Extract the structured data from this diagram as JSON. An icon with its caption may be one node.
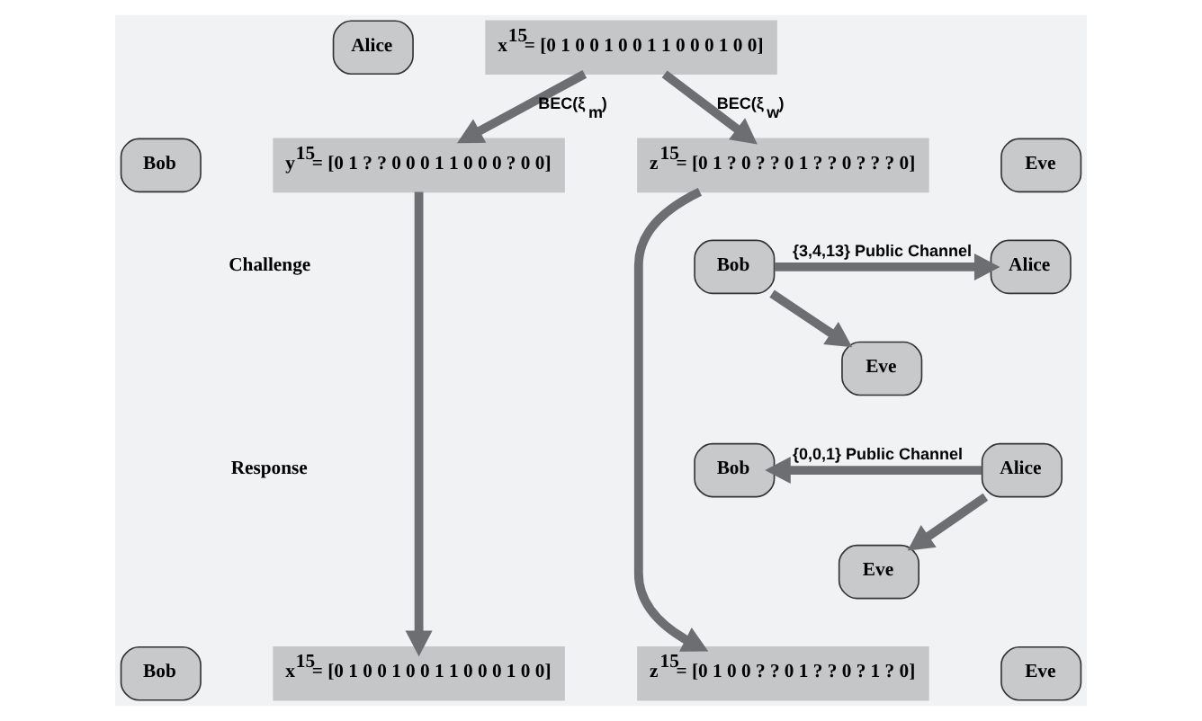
{
  "diagram": {
    "nodes": [
      {
        "text": [
          "Alice"
        ]
      },
      {
        "text": [
          "x$^{15}$= [0 1 0 0 1 0 0 1 1 0 0 0 1 0 0]"
        ]
      },
      {
        "text": [
          "Bob"
        ]
      },
      {
        "text": [
          "y$^{15}$= [0 1 ? ? 0 0 0 1 1 0 0 0 ? 0 0]"
        ]
      },
      {
        "text": [
          "z$^{15}$= [0 1 ? 0 ? ? 0 1 ? ? 0 ? ? ? 0]"
        ]
      },
      {
        "text": [
          "Eve"
        ]
      },
      {
        "text": [
          "Bob"
        ]
      },
      {
        "text": [
          "Alice"
        ]
      },
      {
        "text": [
          "Eve"
        ]
      },
      {
        "text": [
          "Bob"
        ]
      },
      {
        "text": [
          "Eve"
        ]
      },
      {
        "text": [
          "Alice"
        ]
      },
      {
        "text": [
          "Bob"
        ]
      },
      {
        "text": [
          "x$^{15}$= [0 1 0 0 1 0 0 1 1 0 0 0 1 0 0]"
        ]
      },
      {
        "text": [
          "z$^{15}$= [0 1 0 0 ? ? 0 1 ? ? 0 ? 1 ? 0]"
        ]
      },
      {
        "text": [
          "Eve"
        ]
      }
    ],
    "edges": [
      {
        "from": 1,
        "to": 3,
        "arrow": "to",
        "label": "BEC(ξ$_{m}$)"
      },
      {
        "from": 1,
        "to": 4,
        "arrow": "to",
        "label": "BEC(ξ$_{w}$)"
      },
      {
        "from": 6,
        "to": 7,
        "arrow": "to",
        "label": "{3,4,13} Public Channel"
      },
      {
        "from": 6,
        "to": 8,
        "arrow": "to"
      },
      {
        "from": 11,
        "to": 9,
        "arrow": "to",
        "label": "{0,0,1} Public Channel"
      },
      {
        "from": 11,
        "to": 10,
        "arrow": "to"
      },
      {
        "from": 3,
        "to": 13,
        "arrow": "to"
      },
      {
        "from": 4,
        "to": 14,
        "arrow": "to"
      }
    ],
    "labels": [
      "Challenge",
      "Response"
    ]
  }
}
